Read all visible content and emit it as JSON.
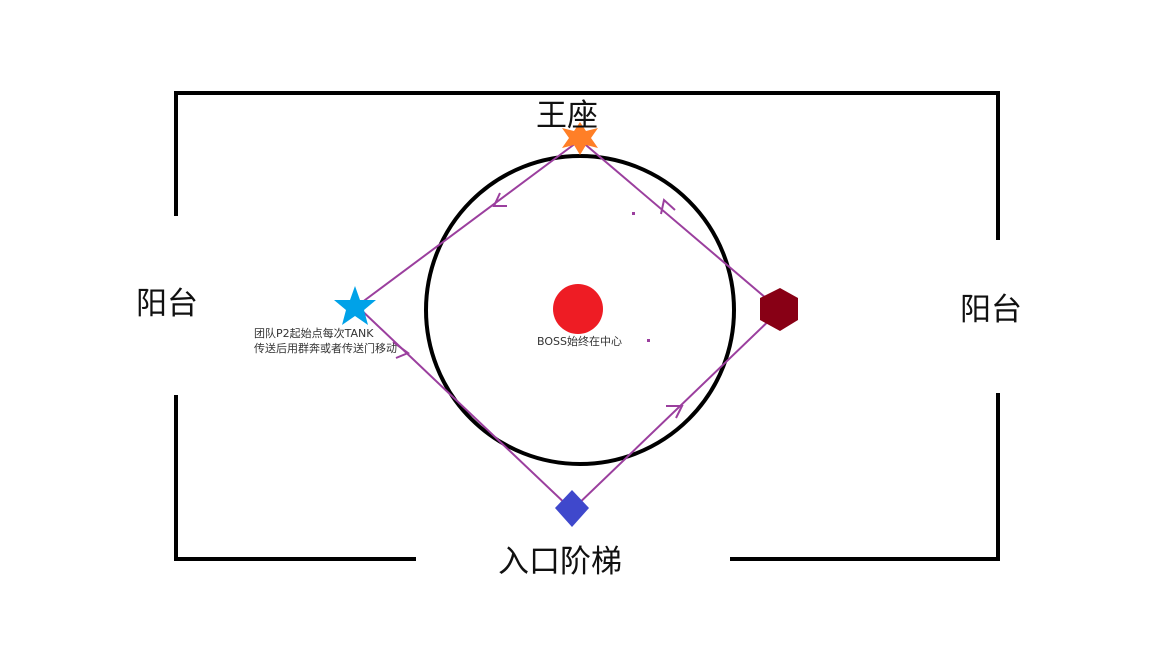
{
  "labels": {
    "throne": "王座",
    "balcony_left": "阳台",
    "balcony_right": "阳台",
    "entrance": "入口阶梯",
    "boss_note": "BOSS始终在中心",
    "team_note_line1": "团队P2起始点每次TANK",
    "team_note_line2": "传送后用群奔或者传送门移动"
  },
  "colors": {
    "wall": "#000000",
    "circle": "#000000",
    "path": "#9b3f9e",
    "boss": "#ee1c24",
    "throne_marker": "#ff7f27",
    "left_marker": "#00a2e8",
    "right_marker": "#880015",
    "bottom_marker": "#3f48cc"
  },
  "markers": {
    "throne": "orange-star-icon",
    "left": "blue-star-icon",
    "right": "dark-red-hexagon-icon",
    "bottom": "blue-diamond-icon",
    "boss": "red-circle-icon"
  }
}
